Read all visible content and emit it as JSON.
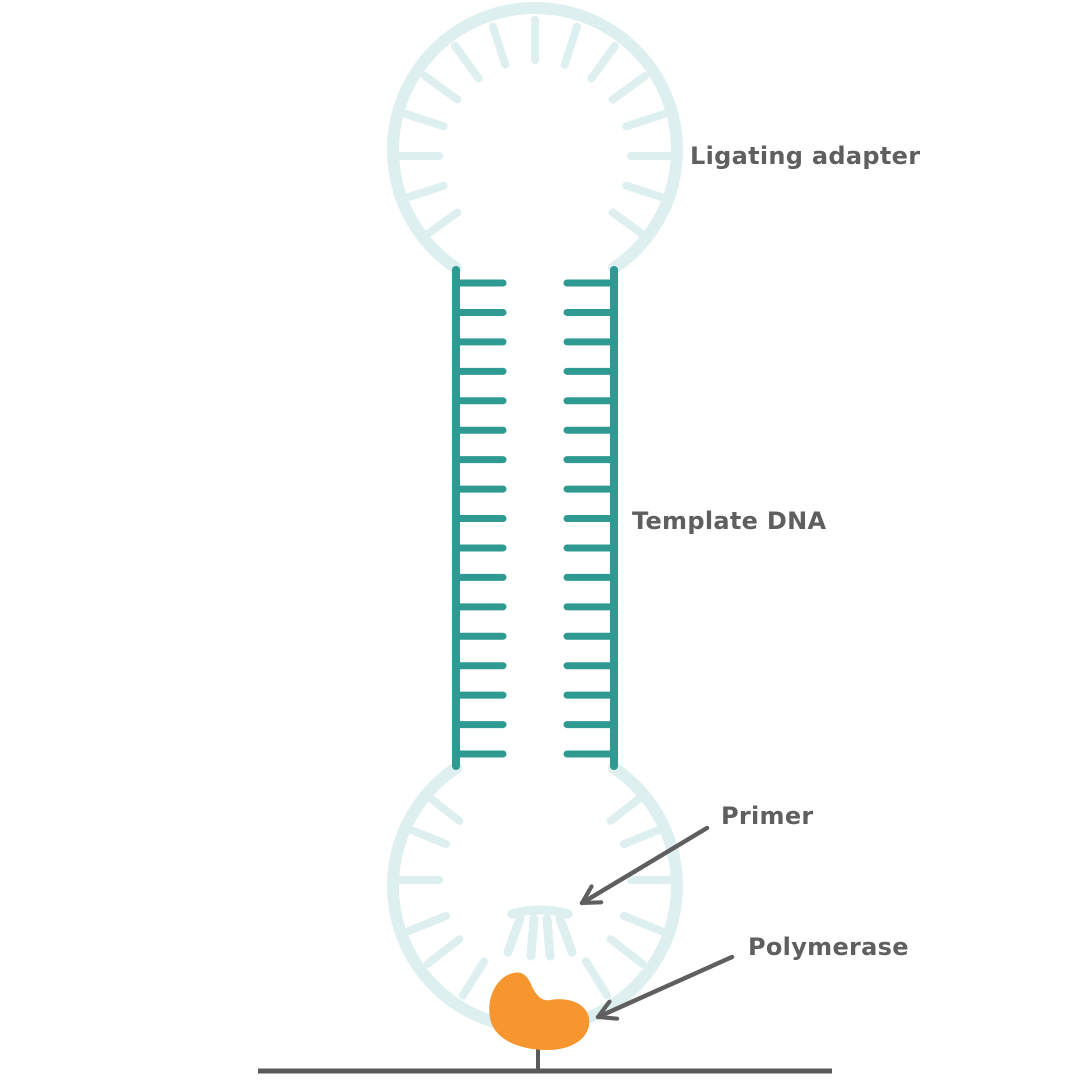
{
  "labels": {
    "ligating_adapter": "Ligating adapter",
    "template_dna": "Template DNA",
    "primer": "Primer",
    "polymerase": "Polymerase"
  },
  "structure": {
    "template_base_pairs": 17,
    "adapter_count": 2
  },
  "colors": {
    "adapter": "#ddefee",
    "template_dna": "#2f9a92",
    "polymerase": "#f7962f",
    "label_text": "#5f5f5f",
    "arrow": "#5f5f5f",
    "surface": "#5a5a5a"
  }
}
